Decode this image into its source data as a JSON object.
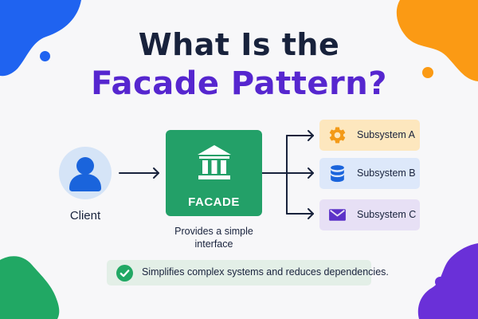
{
  "title": {
    "line1": "What Is the",
    "line2": "Facade Pattern?"
  },
  "client": {
    "label": "Client",
    "icon": "person-icon"
  },
  "facade": {
    "label": "FACADE",
    "icon": "building-columns-icon",
    "caption": "Provides a simple interface"
  },
  "subsystems": [
    {
      "label": "Subsystem A",
      "icon": "gear-icon",
      "color": "#fde7be",
      "icon_color": "#f39a17"
    },
    {
      "label": "Subsystem B",
      "icon": "database-icon",
      "color": "#dde8fa",
      "icon_color": "#1a64dc"
    },
    {
      "label": "Subsystem C",
      "icon": "envelope-icon",
      "color": "#e7e0f5",
      "icon_color": "#5c32c8"
    }
  ],
  "note": {
    "text": "Simplifies complex systems and reduces dependencies.",
    "icon": "check-circle-icon"
  },
  "colors": {
    "title_dark": "#18223c",
    "title_accent": "#5626cf",
    "facade_green": "#23a068",
    "arrow": "#18223c",
    "blob_blue": "#1f63f0",
    "blob_orange": "#fb9a14",
    "blob_green": "#21a864",
    "blob_purple": "#6a30d8"
  }
}
